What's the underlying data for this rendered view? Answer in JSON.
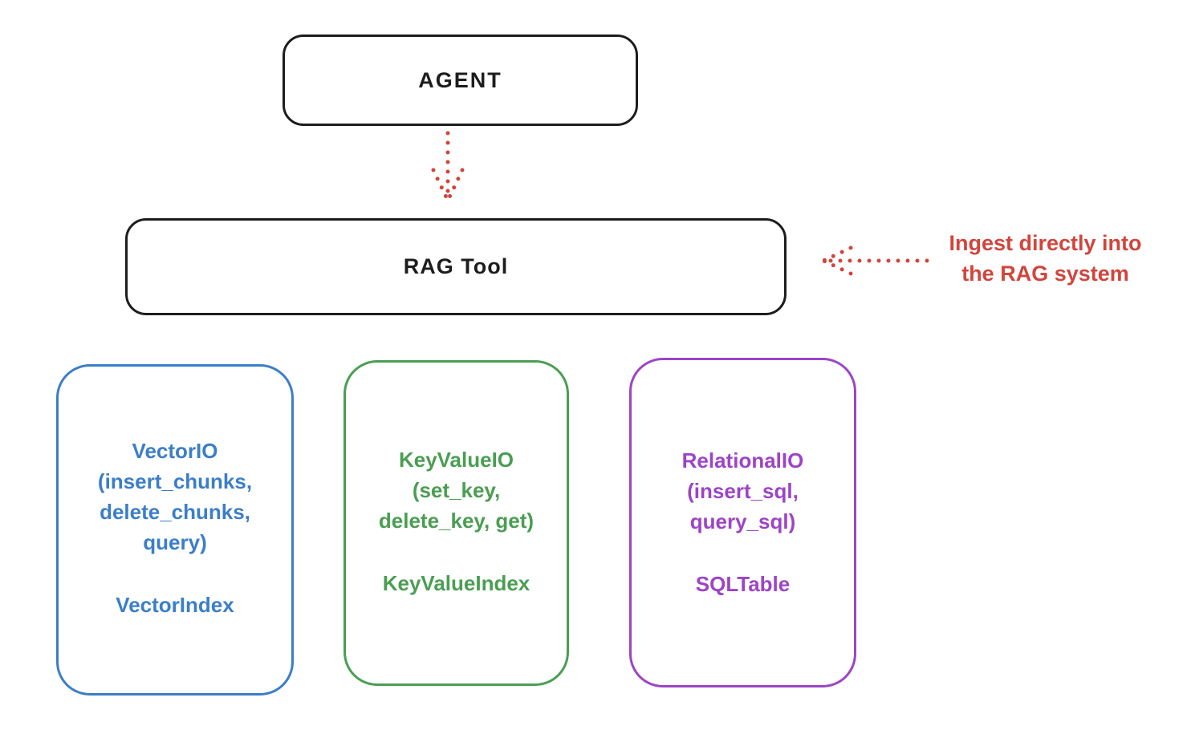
{
  "diagram": {
    "background_color": "#ffffff",
    "ink_color": "#1d1d1d",
    "accent_red": "#d1453c",
    "nodes": {
      "agent": {
        "label": "AGENT",
        "border_color": "#1d1d1d"
      },
      "rag_tool": {
        "label": "RAG Tool",
        "border_color": "#1d1d1d"
      }
    },
    "connections": {
      "agent_to_rag": {
        "style": "dotted",
        "color": "#d1453c",
        "direction": "down"
      },
      "annotation_to_rag": {
        "style": "dotted",
        "color": "#d1453c",
        "direction": "left"
      }
    },
    "annotation": {
      "line1": "Ingest directly into",
      "line2": "the RAG system",
      "color": "#d1453c"
    },
    "backends": [
      {
        "name": "vector-io",
        "color": "#3b7ec8",
        "lines": [
          "VectorIO",
          "(insert_chunks,",
          "delete_chunks,",
          "query)"
        ],
        "index_label": "VectorIndex"
      },
      {
        "name": "keyvalue-io",
        "color": "#4a9e52",
        "lines": [
          "KeyValueIO",
          "(set_key,",
          "delete_key, get)"
        ],
        "index_label": "KeyValueIndex"
      },
      {
        "name": "relational-io",
        "color": "#9d44c6",
        "lines": [
          "RelationalIO",
          "(insert_sql,",
          "query_sql)"
        ],
        "index_label": "SQLTable"
      }
    ]
  }
}
